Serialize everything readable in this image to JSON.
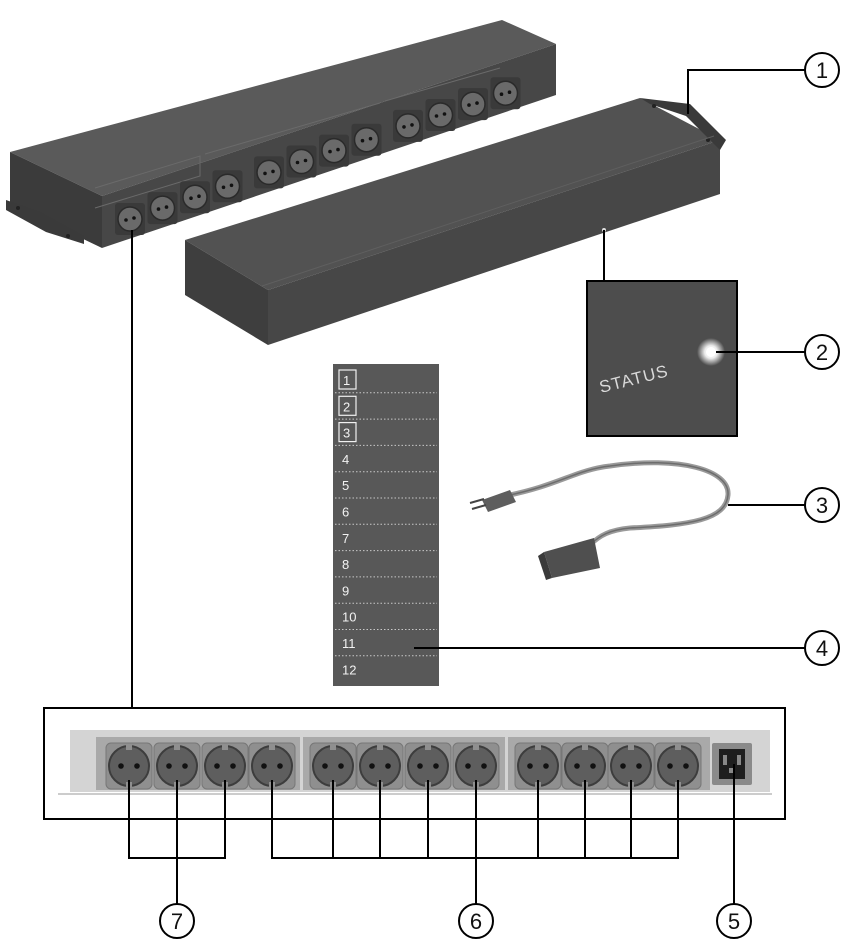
{
  "callouts": [
    "1",
    "2",
    "3",
    "4",
    "5",
    "6",
    "7"
  ],
  "status_label": "STATUS",
  "port_labels": [
    "1",
    "2",
    "3",
    "4",
    "5",
    "6",
    "7",
    "8",
    "9",
    "10",
    "11",
    "12"
  ],
  "boxed_port_labels": [
    "1",
    "2",
    "3"
  ],
  "colors": {
    "device_dark": "#4a4a4a",
    "device_top": "#5a5a5a",
    "device_side": "#3c3c3c",
    "socket_panel": "#a9a9a9",
    "socket_face": "#5e5e5e",
    "label_panel": "#585858",
    "status_led": "#ffffff",
    "cable": "#8c8c8c",
    "line": "#000000"
  }
}
